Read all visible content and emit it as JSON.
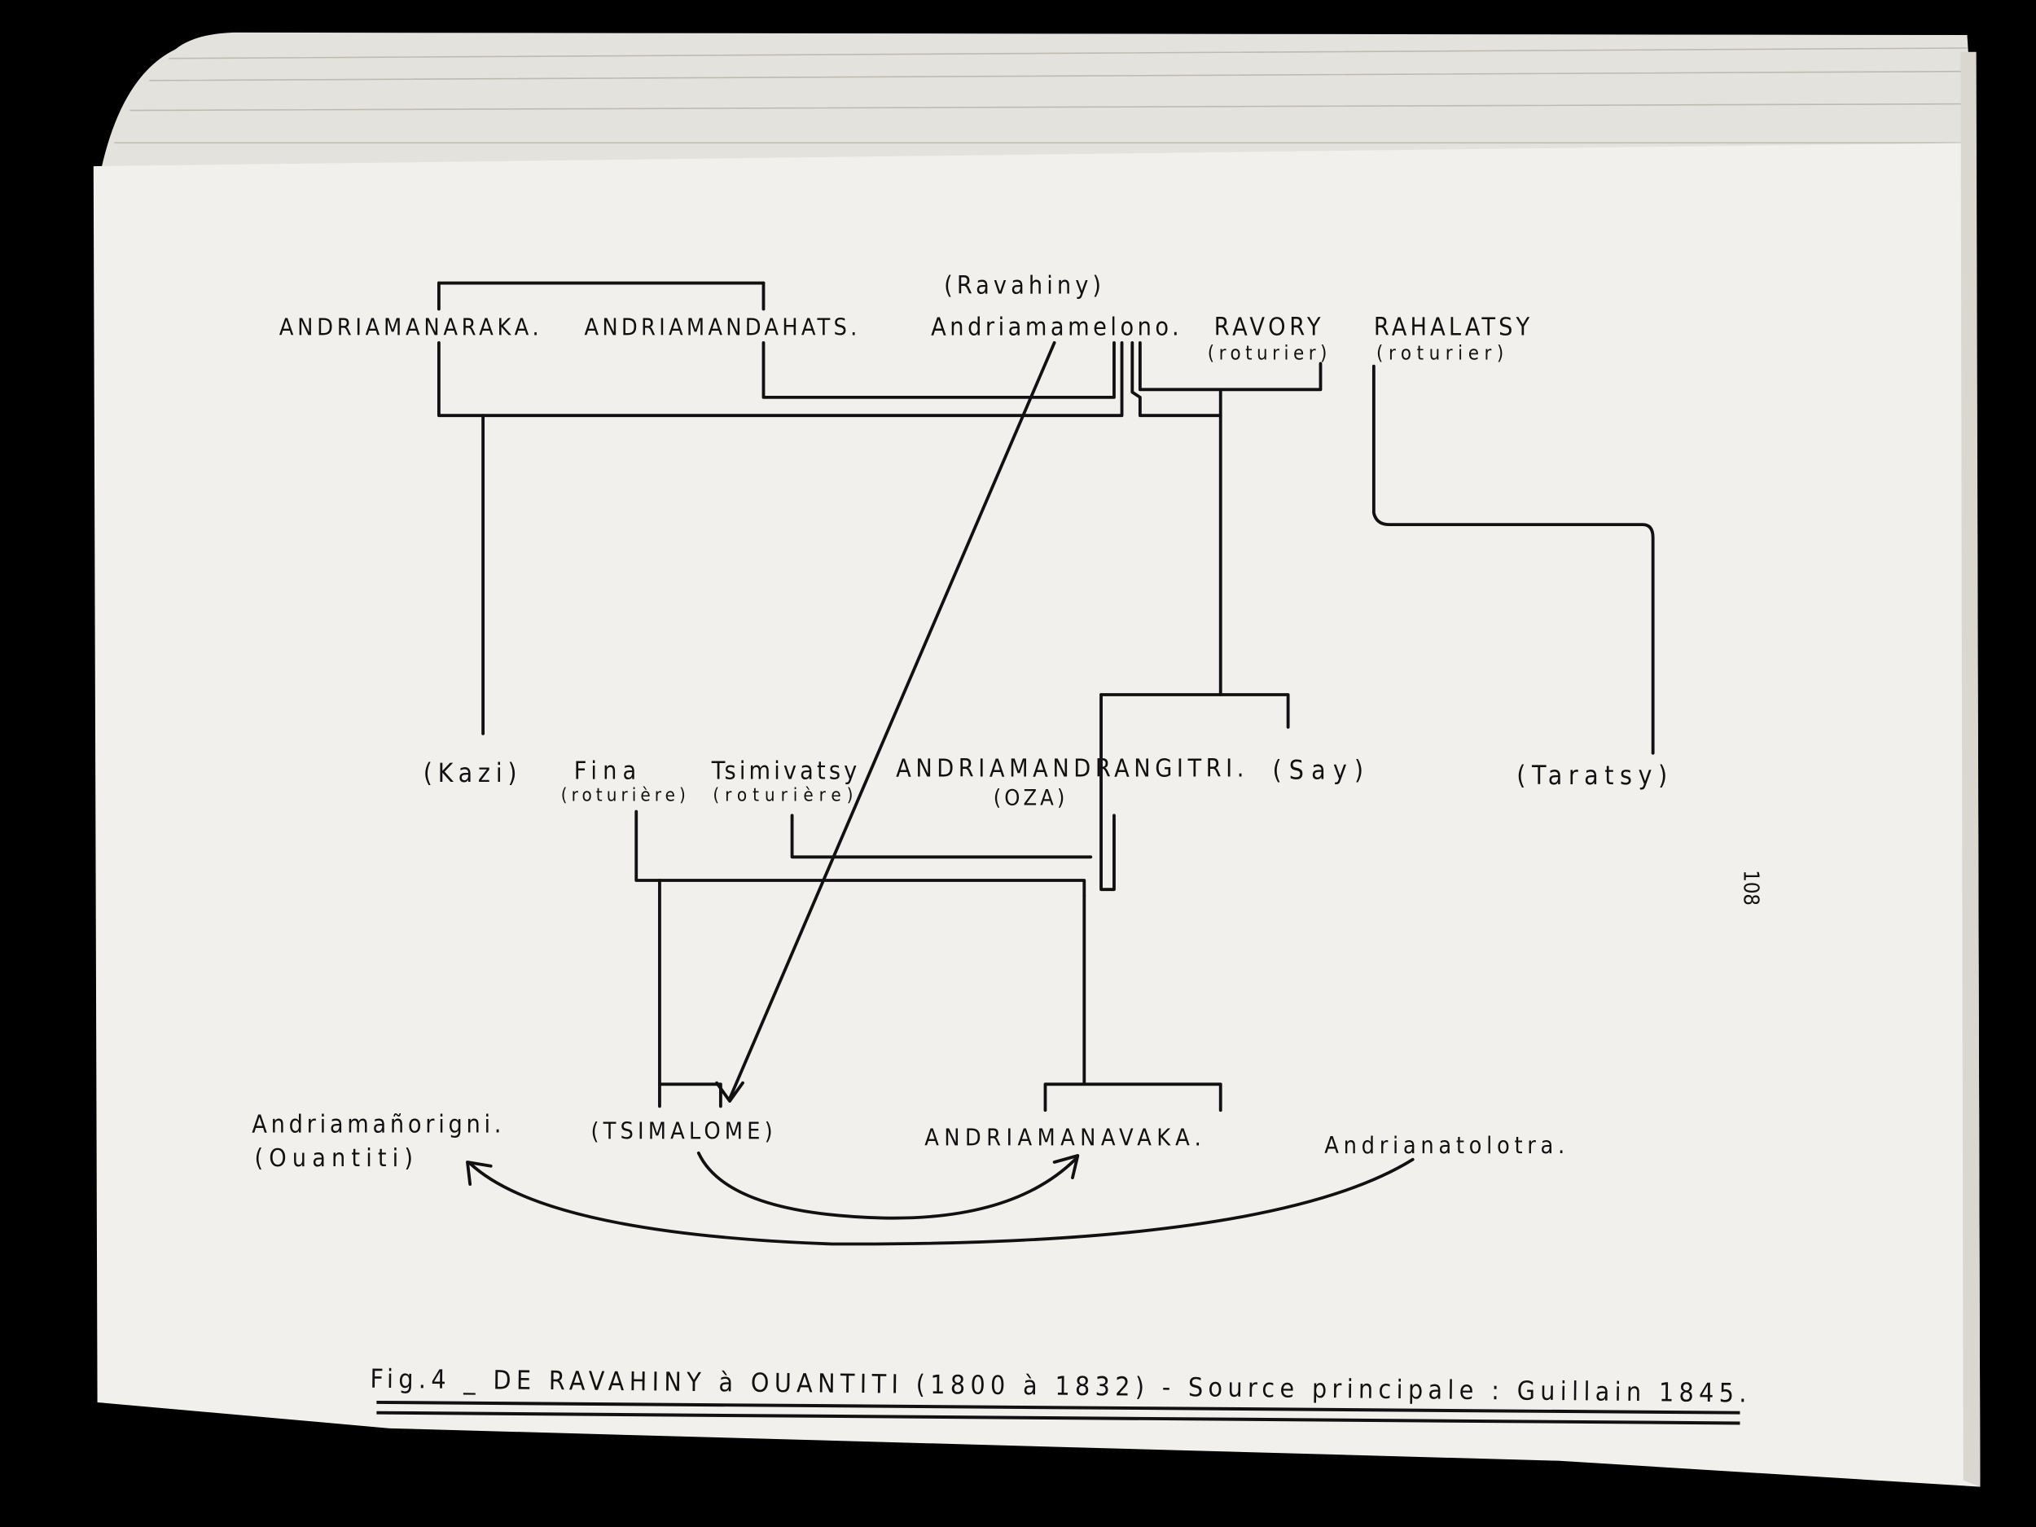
{
  "figure": {
    "top_row": {
      "ravahiny_label": "(Ravahiny)",
      "andriamanaraka": "ANDRIAMANARAKA.",
      "andriamandahats": "ANDRIAMANDAHATS.",
      "andriamamelono": "Andriamamelono.",
      "ravory": "RAVORY",
      "ravory_status": "(roturier)",
      "rahalatsy": "RAHALATSY",
      "rahalatsy_status": "(roturier)"
    },
    "middle_row": {
      "kazi": "(Kazi)",
      "fina": "Fina",
      "fina_status": "(roturière)",
      "tsimivatsy": "Tsimivatsy",
      "tsimivatsy_status": "(roturière)",
      "andriamandrangitri": "ANDRIAMANDRANGITRI.",
      "oza": "(OZA)",
      "say": "(Say)",
      "taratsy": "(Taratsy)"
    },
    "bottom_row": {
      "andriamanorigni": "Andriamañorigni.",
      "ouantiti": "(Ouantiti)",
      "tsimalome": "(TSIMALOME)",
      "andriamanavaka": "ANDRIAMANAVAKA.",
      "andrianatolotra": "Andrianatolotra."
    },
    "caption": "Fig.4 _ DE RAVAHINY à OUANTITI (1800 à 1832) - Source principale : Guillain 1845.",
    "page_number": "108"
  }
}
